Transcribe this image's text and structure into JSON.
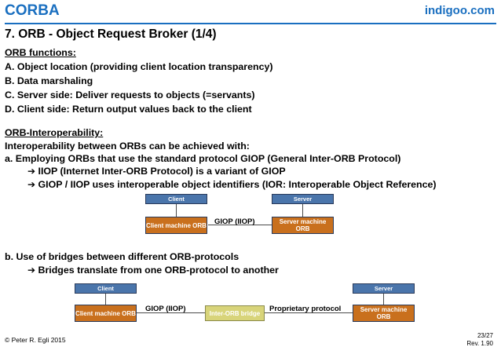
{
  "header": {
    "left_title": "CORBA",
    "right_title": "indigoo.com"
  },
  "slide": {
    "title": "7. ORB - Object Request Broker (1/4)",
    "orb_functions_heading": "ORB functions:",
    "orb_functions": [
      "A. Object location (providing client location transparency)",
      "B. Data marshaling",
      "C. Server side: Deliver requests to objects (=servants)",
      "D. Client side: Return output values back to the client"
    ],
    "interop_heading": "ORB-Interoperability:",
    "interop_intro": "Interoperability between ORBs can be achieved with:",
    "interop_a": "a. Employing ORBs that use the standard protocol GIOP (General Inter-ORB Protocol)",
    "interop_a_bullets": [
      "IIOP (Internet Inter-ORB Protocol) is a variant of GIOP",
      "GIOP / IIOP uses interoperable object identifiers (IOR: Interoperable Object Reference)"
    ],
    "interop_b": "b. Use of bridges between different ORB-protocols",
    "interop_b_bullet": "Bridges translate from one ORB-protocol to another",
    "arrow_glyph": "➔"
  },
  "diagram1": {
    "client": "Client",
    "server": "Server",
    "client_orb": "Client machine ORB",
    "server_orb": "Server machine ORB",
    "protocol": "GIOP (IIOP)"
  },
  "diagram2": {
    "client": "Client",
    "server": "Server",
    "client_orb": "Client machine ORB",
    "server_orb": "Server machine ORB",
    "bridge": "Inter-ORB bridge",
    "protocol_left": "GIOP (IIOP)",
    "protocol_right": "Proprietary protocol"
  },
  "footer": {
    "copyright": "© Peter R. Egli 2015",
    "page": "23/27",
    "revision": "Rev. 1.90"
  },
  "colors": {
    "accent": "#1a6fc0",
    "blue_box": "#4a75ab",
    "orange_box": "#c9701d",
    "bridge_box": "#d8d47a"
  }
}
